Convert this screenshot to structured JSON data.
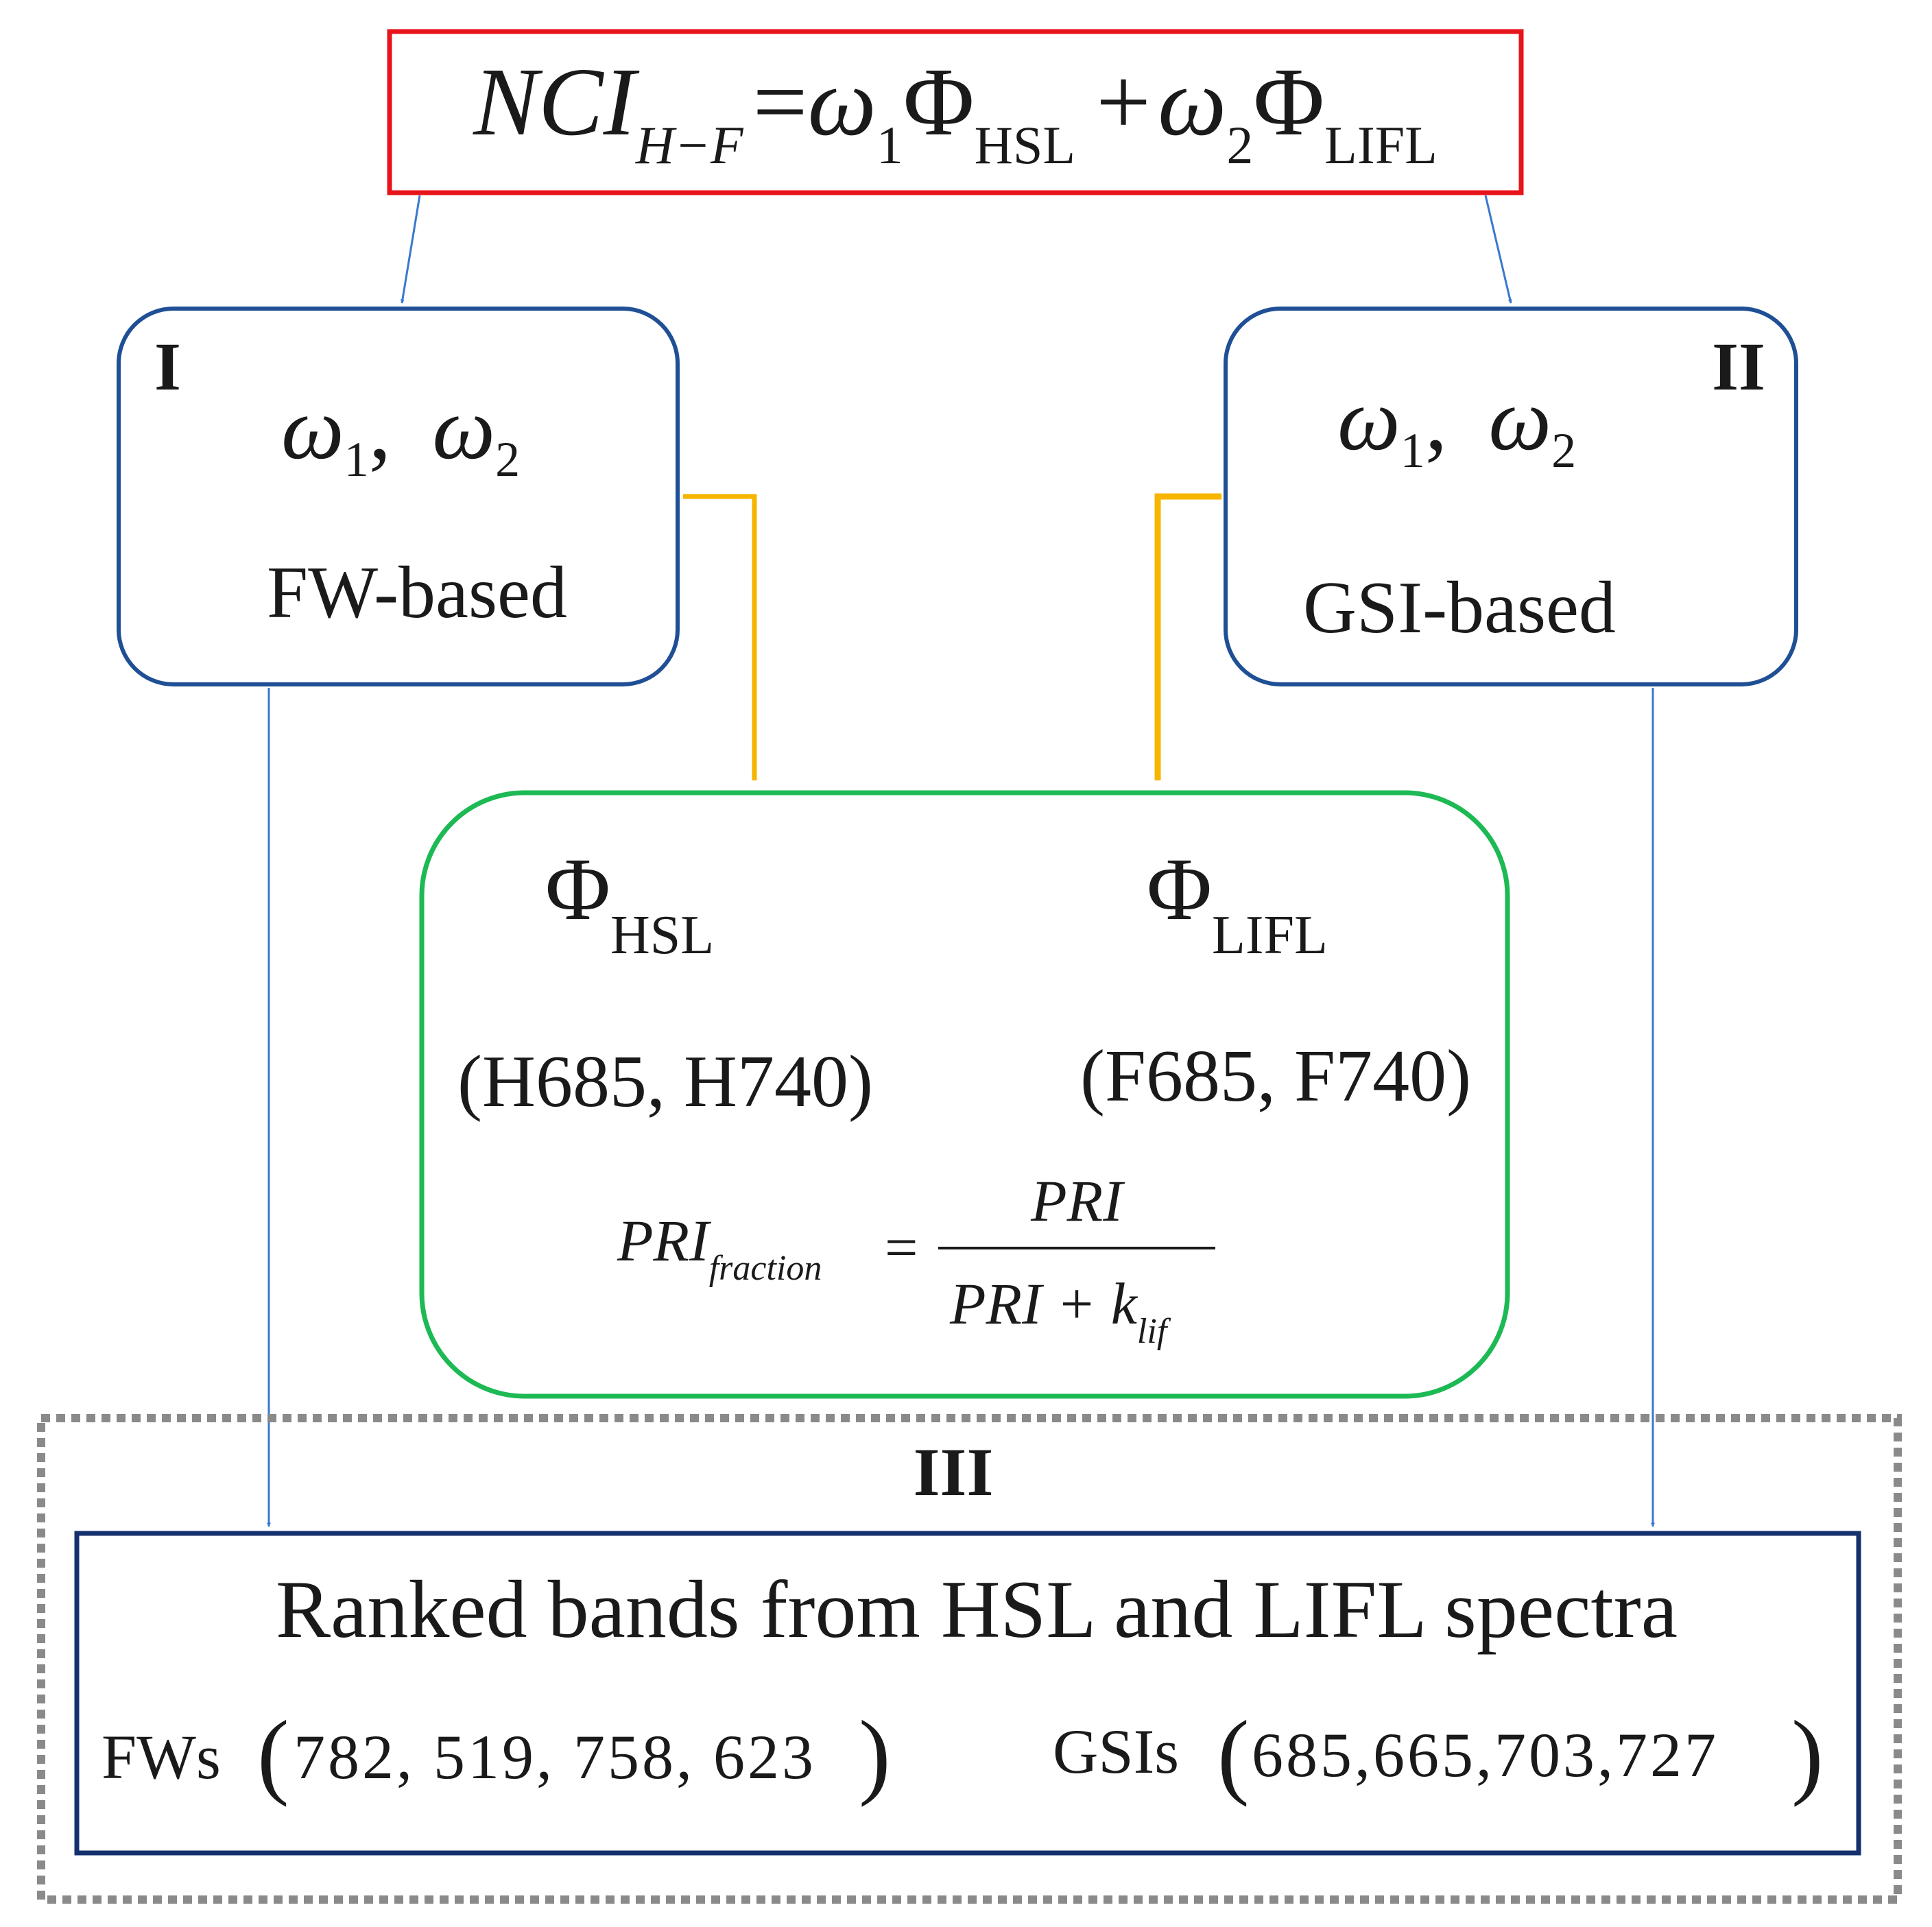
{
  "top_equation": {
    "lhs": "NCI",
    "lhs_sub": "H−F",
    "eq": "=",
    "w1": "ω",
    "w1_sub": "1",
    "phi1": "Φ",
    "phi1_sub": "HSL",
    "plus": "+",
    "w2": "ω",
    "w2_sub": "2",
    "phi2": "Φ",
    "phi2_sub": "LIFL"
  },
  "box_one": {
    "roman": "I",
    "w1": "ω",
    "w1_sub": "1",
    "comma": ",",
    "w2": "ω",
    "w2_sub": "2",
    "label": "FW-based"
  },
  "box_two": {
    "roman": "II",
    "w1": "ω",
    "w1_sub": "1",
    "comma": ",",
    "w2": "ω",
    "w2_sub": "2",
    "label": "GSI-based"
  },
  "center_box": {
    "phi_hsl": "Φ",
    "phi_hsl_sub": "HSL",
    "phi_lifl": "Φ",
    "phi_lifl_sub": "LIFL",
    "hsl_bands": "(H685, H740)",
    "lifl_bands": "(F685, F740)",
    "pri_lhs": "PRI",
    "pri_lhs_sub": "fraction",
    "pri_eq": "=",
    "pri_num": "PRI",
    "pri_den": "PRI + k",
    "pri_den_sub": "lif"
  },
  "section_three": {
    "roman": "III",
    "title": "Ranked bands from HSL and LIFL spectra",
    "fws_label": "FWs",
    "fws_values": "782, 519, 758, 623",
    "gsis_label": "GSIs",
    "gsis_values": "685,665,703,727"
  },
  "colors": {
    "equation_border": "#e8141b",
    "method_box_border": "#1f4f94",
    "center_box_border": "#1db954",
    "result_box_border": "#14306e",
    "thin_arrow": "#3a78d0",
    "gold_arrow": "#f7b500",
    "dotted_border": "#8a8a8a"
  }
}
